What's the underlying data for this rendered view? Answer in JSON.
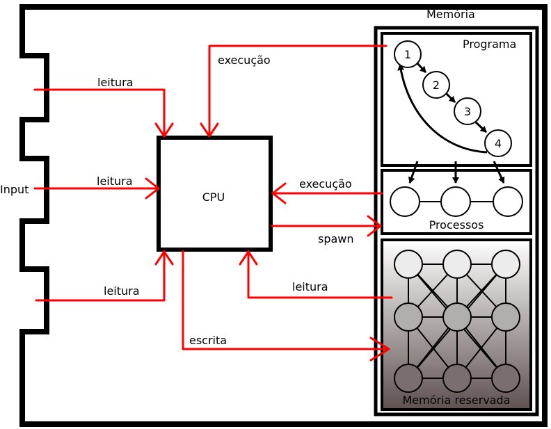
{
  "labels": {
    "memoria": "Memória",
    "programa": "Programa",
    "processos": "Processos",
    "memoria_reservada": "Memória reservada",
    "cpu": "CPU",
    "input": "Input",
    "leitura_top": "leitura",
    "leitura_mid": "leitura",
    "leitura_bottom": "leitura",
    "leitura_reserved": "leitura",
    "execucao_top": "execução",
    "execucao_mid": "execução",
    "spawn": "spawn",
    "escrita": "escrita"
  },
  "program_nodes": [
    "1",
    "2",
    "3",
    "4"
  ],
  "colors": {
    "arrow": "#ff0000",
    "outline": "#000000",
    "reserved_gradient_top": "#ffffff",
    "reserved_gradient_bottom": "#5e5150"
  }
}
